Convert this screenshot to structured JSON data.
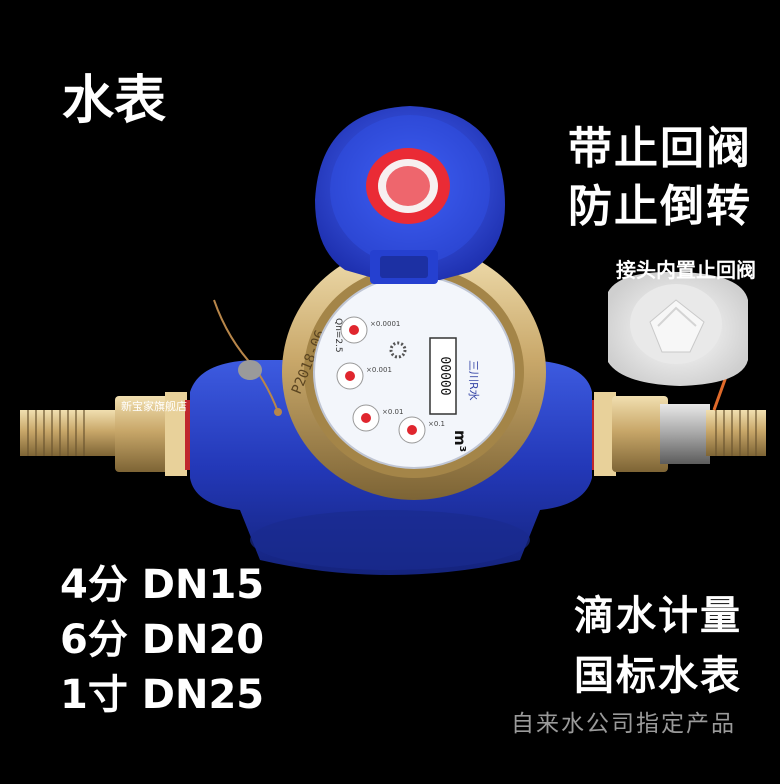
{
  "title": "水表",
  "features": [
    "带止回阀",
    "防止倒转"
  ],
  "valve_label": "接头内置止回阀",
  "specs": [
    {
      "size": "4分",
      "dn": "DN15"
    },
    {
      "size": "6分",
      "dn": "DN20"
    },
    {
      "size": "1寸",
      "dn": "DN25"
    }
  ],
  "metering": [
    "滴水计量",
    "国标水表"
  ],
  "footer": "自来水公司指定产品",
  "shop_watermark": "新宝家旗舰店",
  "meter_face": {
    "brand": "三川R水",
    "unit": "m³",
    "qn": "Qn=2.5",
    "ring_text": "P2018-06",
    "counter": "00000",
    "dials": [
      "×0.0001",
      "×0.001",
      "×0.01",
      "×0.1"
    ]
  },
  "colors": {
    "background": "#000000",
    "meter_blue": "#2a45c9",
    "brass": "#c9a86a",
    "dial_red": "#e0262e"
  }
}
